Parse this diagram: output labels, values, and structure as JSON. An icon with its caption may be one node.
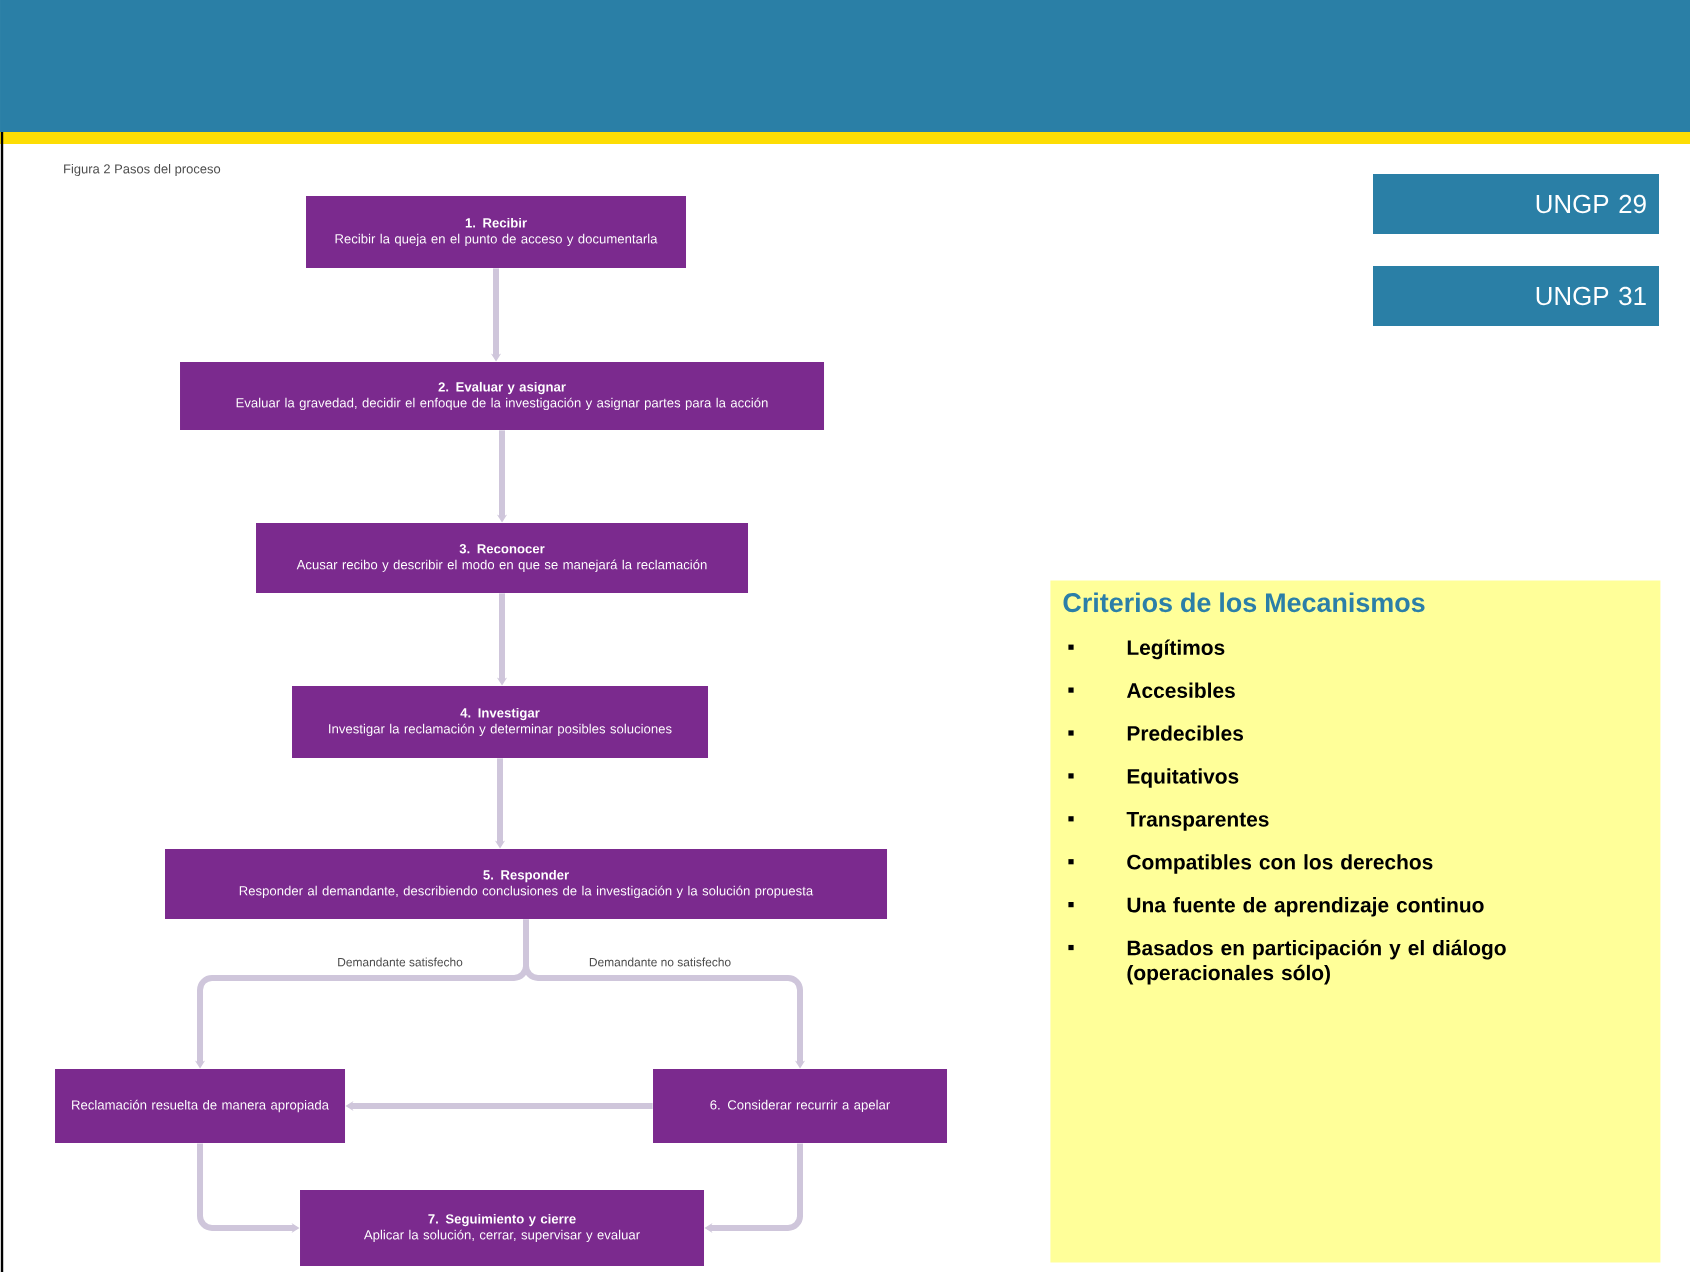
{
  "diagram": {
    "nodes": [
      {
        "text": [
          "1. Recibir",
          "Recibir la queja en el punto de acceso y documentarla"
        ]
      },
      {
        "text": [
          "2. Evaluar y asignar",
          "Evaluar la gravedad, decidir el enfoque de la investigación y asignar partes para la acción"
        ]
      },
      {
        "text": [
          "3. Reconocer",
          "Acusar recibo y describir el modo en que se manejará la reclamación"
        ]
      },
      {
        "text": [
          "4. Investigar",
          "Investigar la reclamación y determinar posibles soluciones"
        ]
      },
      {
        "text": [
          "5. Responder",
          "Responder al demandante, describiendo conclusiones de la investigación y la solución propuesta"
        ]
      },
      {
        "text": [
          "Reclamación resuelta de manera apropiada"
        ]
      },
      {
        "text": [
          "6. Considerar recurrir a apelar"
        ]
      },
      {
        "text": [
          "7. Seguimiento y cierre",
          "Aplicar la solución, cerrar, supervisar y evaluar"
        ]
      },
      {
        "text": [
          "UNGP  29"
        ]
      },
      {
        "text": [
          "UNGP  31"
        ]
      },
      {
        "text": [
          "Criterios de los Mecanismos",
          "Legítimos",
          "Accesibles",
          "Predecibles",
          "Equitativos",
          "Transparentes",
          "Compatibles con los derechos",
          "Una fuente de aprendizaje continuo",
          "Basados en participación y el diálogo (operacionales sólo)"
        ]
      }
    ],
    "edges": [
      {
        "from": 0,
        "to": 1,
        "arrow": "to"
      },
      {
        "from": 1,
        "to": 2,
        "arrow": "to"
      },
      {
        "from": 2,
        "to": 3,
        "arrow": "to"
      },
      {
        "from": 3,
        "to": 4,
        "arrow": "to"
      },
      {
        "from": 4,
        "to": 5,
        "arrow": "to",
        "label": "Demandante satisfecho"
      },
      {
        "from": 4,
        "to": 6,
        "arrow": "to",
        "label": "Demandante no satisfecho"
      },
      {
        "from": 6,
        "to": 5,
        "arrow": "to"
      },
      {
        "from": 5,
        "to": 7,
        "arrow": "to"
      },
      {
        "from": 6,
        "to": 7,
        "arrow": "to"
      }
    ],
    "labels": [
      "Figura 2 Pasos del proceso"
    ]
  }
}
